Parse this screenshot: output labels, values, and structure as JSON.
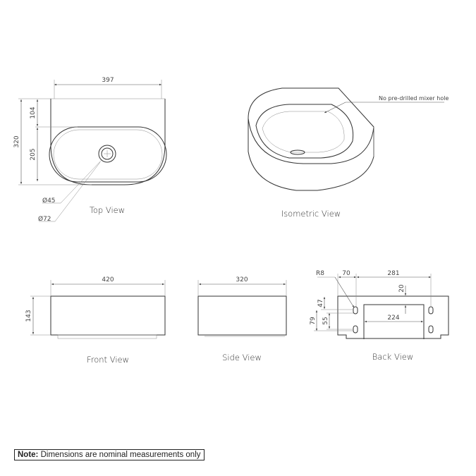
{
  "top_view": {
    "label": "Top View",
    "width": "397",
    "depth": "320",
    "rear_deck": "104",
    "bowl_depth": "205",
    "waste_dia": "Ø45",
    "outer_dia": "Ø72"
  },
  "isometric_view": {
    "label": "Isometric View",
    "note": "No pre-drilled mixer hole"
  },
  "front_view": {
    "label": "Front View",
    "width": "420",
    "height": "143"
  },
  "side_view": {
    "label": "Side View",
    "depth": "320"
  },
  "back_view": {
    "label": "Back View",
    "radius": "R8",
    "hole_offset": "70",
    "hole_spacing": "281",
    "cutout_top": "20",
    "cutout_width": "224",
    "top_to_hole": "47",
    "slot_spacing": "55",
    "total_height": "79"
  },
  "footer": {
    "note_label": "Note:",
    "note_text": "Dimensions are nominal measurements only"
  }
}
